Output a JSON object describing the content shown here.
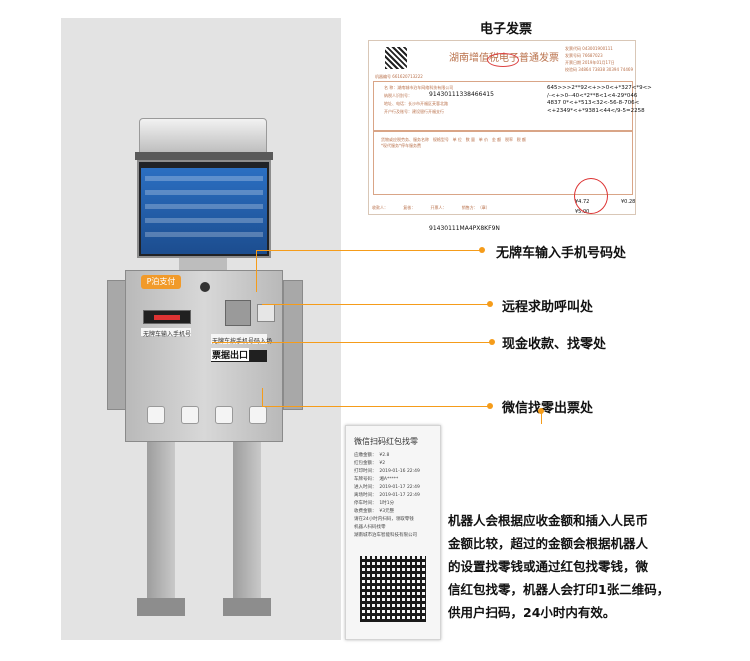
{
  "invoice": {
    "heading": "电子发票",
    "title": "湖南增值税电子普通发票",
    "meta": [
      "发票代码 043001900111",
      "发票号码 76687023",
      "开票日期 2019年01月17日",
      "校验码 34864 73838 30394 74469"
    ],
    "machine_code": "机器编号 661620713222",
    "buyer_lines": [
      "名  称：湖南城市泊车网络科技有限公司",
      "纳税人识别号：",
      "地址、电话：长沙市开福区芙蓉北路",
      "开户行及账号：建设银行开福支行"
    ],
    "buyer_tax_id": "91430111338466415",
    "cipher": [
      "645>>>2**92<+>>0<+*327<*9<>",
      "/-<+>0--40<*2**8<1<4-29*046",
      "4837 0*<+*513<32<-56-8-706<",
      "<+2349*<+*9381<44</9-5=2258"
    ],
    "item_header": "货物或应税劳务、服务名称   规格型号   单 位   数 量   单 价   金 额   税率   税 额",
    "item": "*现代服务*停车服务费",
    "amount": "¥4.72",
    "tax": "¥0.28",
    "total": "¥5.00",
    "seller_tax_id": "91430111MA4PX8KF9N",
    "footer": "收款人：            复核：            开票人：            销售方：（章）"
  },
  "machine": {
    "brand": "P泊支付",
    "panel_label_1": "无牌车输入手机号",
    "panel_label_2": "无牌车按手机号码入场",
    "cash_slot_label": "票据出口"
  },
  "callouts": [
    {
      "id": "plate",
      "label": "无牌车输入手机号码处"
    },
    {
      "id": "help",
      "label": "远程求助呼叫处"
    },
    {
      "id": "cash",
      "label": "现金收款、找零处"
    },
    {
      "id": "wechat",
      "label": "微信找零出票处"
    }
  ],
  "receipt": {
    "title": "微信扫码红包找零",
    "lines": [
      "应缴金额：  ¥2.8",
      "红包金额：  ¥2",
      "打印时间：  2019-01-16 22:49",
      "车牌号码：  湘A*****",
      "进入时间：  2019-01-17 22:49",
      "离场时间：  2019-01-17 22:49",
      "停车时间：  1时1分",
      "收费金额：  ¥3元整",
      "请在24小时内扫码，领取零钱",
      "机器人扫码找零",
      "湖南城市泊车智能科技有限公司"
    ]
  },
  "description": [
    "机器人会根据应收金额和插入人民币",
    "金额比较，超过的金额会根据机器人",
    "的设置找零钱或通过红包找零钱，微",
    "信红包找零，机器人会打印1张二维码，",
    "供用户扫码，24小时内有效。"
  ],
  "colors": {
    "accent": "#f59c1a",
    "invoice_text": "#b9704a",
    "stamp": "#dd3333"
  }
}
